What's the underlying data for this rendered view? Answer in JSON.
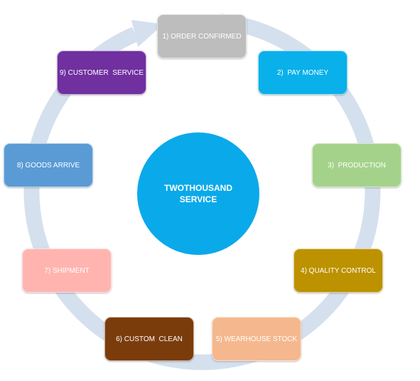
{
  "center": {
    "label": "TWOTHOUSAND SERVICE",
    "color": "#0aa9ea"
  },
  "ring_color": "#d5e0ee",
  "steps": [
    {
      "label": "1) ORDER CONFIRMED",
      "color": "#bdbdbd"
    },
    {
      "label": "2)  PAY MONEY",
      "color": "#0ab0ea"
    },
    {
      "label": "3)  PRODUCTION",
      "color": "#a5d28b"
    },
    {
      "label": "4) QUALITY CONTROL",
      "color": "#bd9200"
    },
    {
      "label": "5) WEARHOUSE STOCK",
      "color": "#f5b88e"
    },
    {
      "label": "6) CUSTOM  CLEAN",
      "color": "#7b3c0c"
    },
    {
      "label": "7) SHIPMENT",
      "color": "#ffb4b0"
    },
    {
      "label": "8) GOODS ARRIVE",
      "color": "#5b9bd5"
    },
    {
      "label": "9) CUSTOMER  SERVICE",
      "color": "#7030a0"
    }
  ]
}
